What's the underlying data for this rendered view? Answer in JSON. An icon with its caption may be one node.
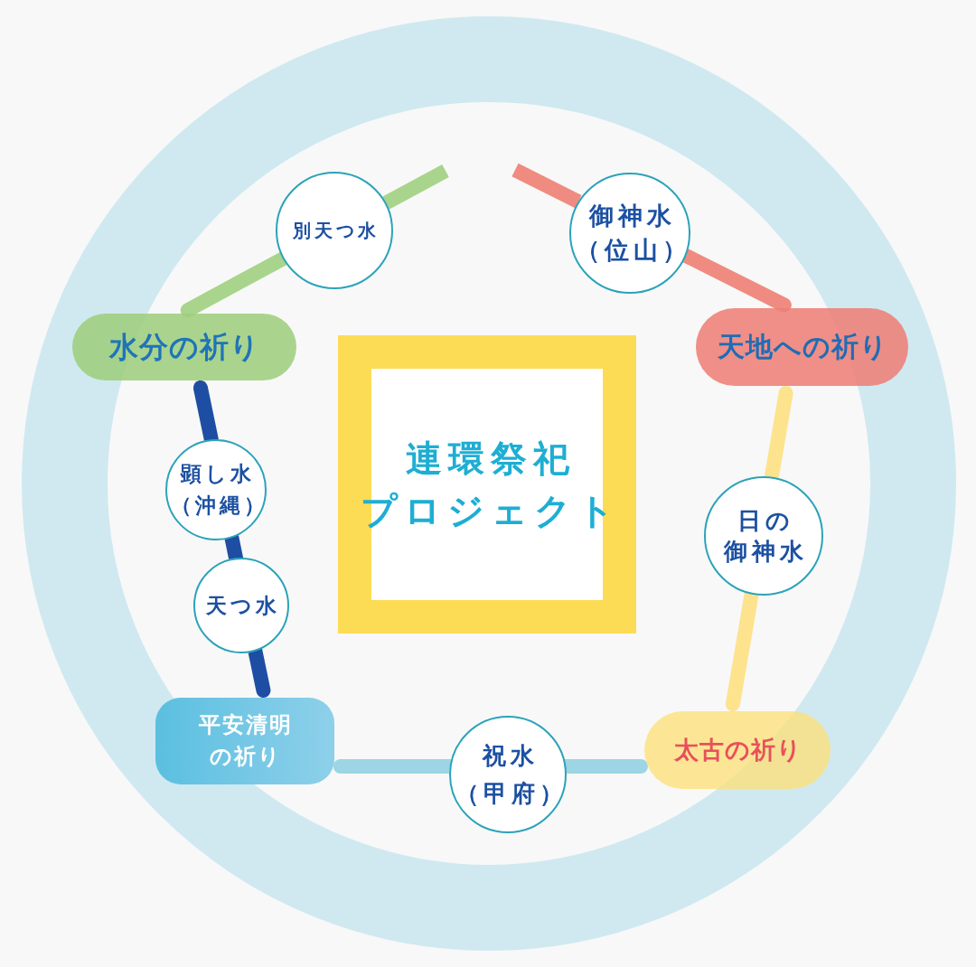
{
  "diagram": {
    "nodes": [
      {
        "text": [
          "別天つ水"
        ]
      },
      {
        "text": [
          "御神水（位山）"
        ]
      },
      {
        "text": [
          "水分の祈り"
        ]
      },
      {
        "text": [
          "天地への祈り"
        ]
      },
      {
        "text": [
          "連環祭祀プロジェクト"
        ]
      },
      {
        "text": [
          "顕し水（沖縄）"
        ]
      },
      {
        "text": [
          "日の御神水"
        ]
      },
      {
        "text": [
          "天つ水"
        ]
      },
      {
        "text": [
          "平安清明の祈り"
        ]
      },
      {
        "text": [
          "太古の祈り"
        ]
      },
      {
        "text": [
          "祝水（甲府）"
        ]
      }
    ],
    "edges": [
      {
        "from": 2,
        "to": 0,
        "arrow": "none",
        "color": "#a9d48b"
      },
      {
        "from": 0,
        "to": null,
        "arrow": "none",
        "color": "#a9d48b"
      },
      {
        "from": null,
        "to": 1,
        "arrow": "none",
        "color": "#ef8b80"
      },
      {
        "from": 1,
        "to": 3,
        "arrow": "none",
        "color": "#ef8b80"
      },
      {
        "from": 3,
        "to": 6,
        "arrow": "none",
        "color": "#fde38e"
      },
      {
        "from": 6,
        "to": 9,
        "arrow": "none",
        "color": "#fde38e"
      },
      {
        "from": 8,
        "to": 10,
        "arrow": "none",
        "color": "#9dd5e5"
      },
      {
        "from": 10,
        "to": 9,
        "arrow": "none",
        "color": "#9dd5e5"
      },
      {
        "from": 2,
        "to": 5,
        "arrow": "none",
        "color": "#1d4ea3"
      },
      {
        "from": 5,
        "to": 7,
        "arrow": "none",
        "color": "#1d4ea3"
      },
      {
        "from": 7,
        "to": 8,
        "arrow": "none",
        "color": "#1d4ea3"
      }
    ]
  }
}
